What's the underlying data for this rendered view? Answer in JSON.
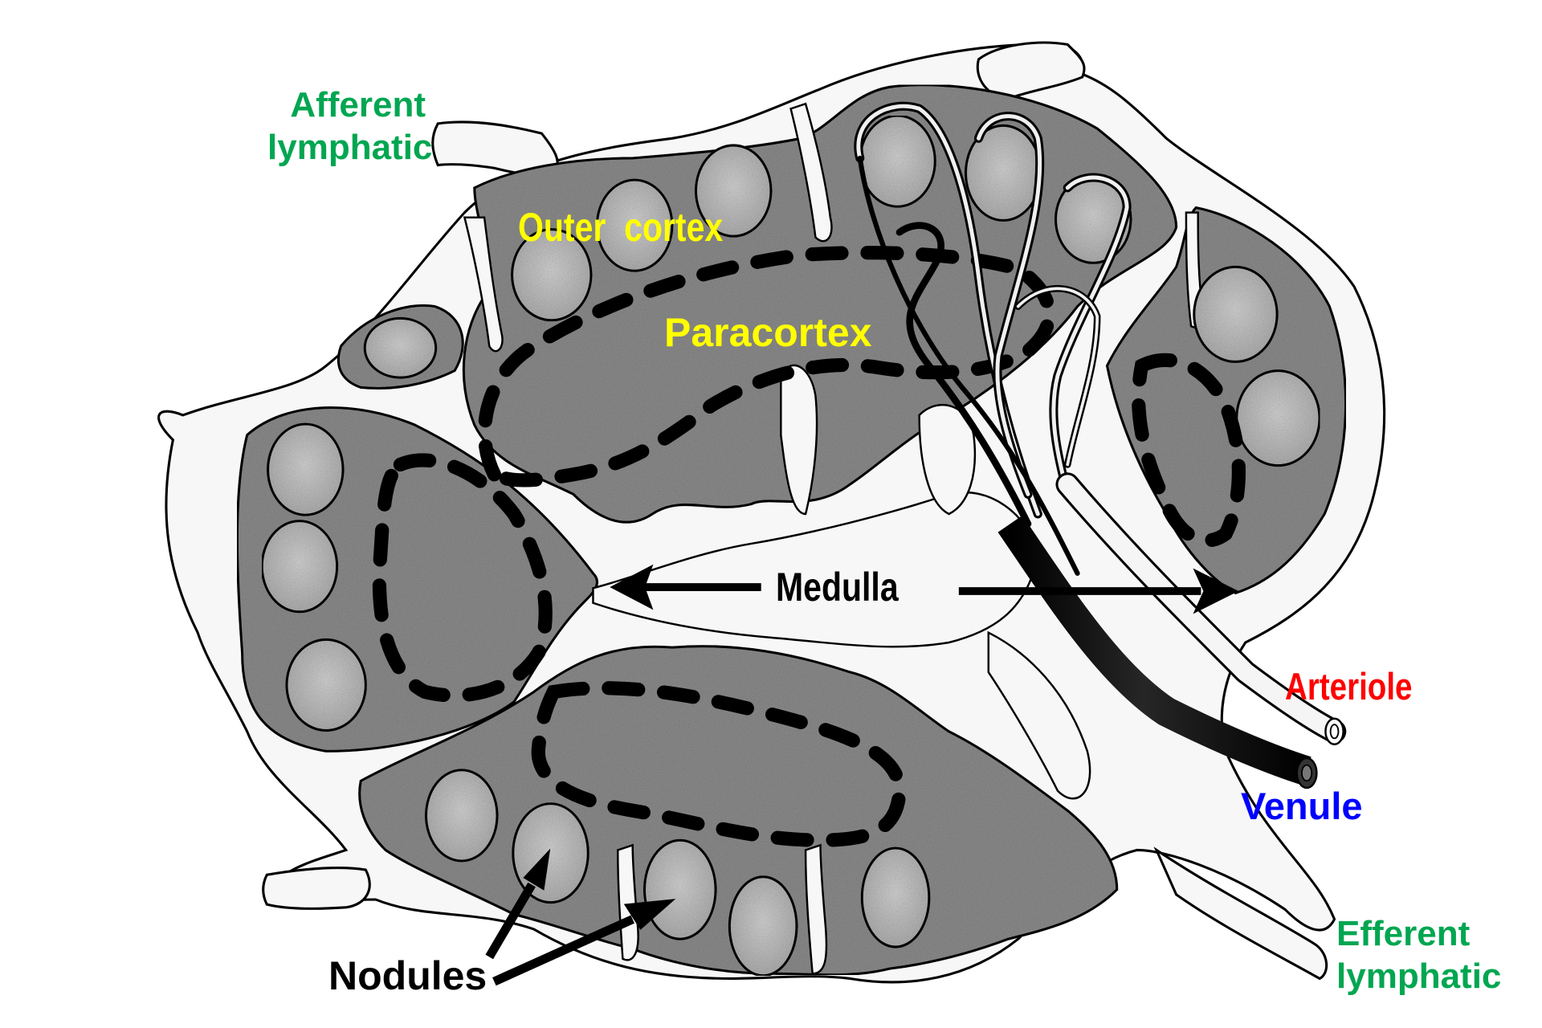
{
  "diagram": {
    "title": "Lymph node structure",
    "type": "anatomical cross-section"
  },
  "labels": {
    "afferent_lymphatic": "Afferent\nlymphatic",
    "outer_cortex": "Outer  cortex",
    "paracortex": "Paracortex",
    "medulla": "Medulla",
    "arteriole": "Arteriole",
    "venule": "Venule",
    "efferent_lymphatic": "Efferent\nlymphatic",
    "nodules": "Nodules"
  },
  "colors": {
    "lymphatic_label": "#00A651",
    "cortex_label": "#FFFF00",
    "structure_label": "#000000",
    "arteriole_label": "#FF0000",
    "venule_label": "#0000FF",
    "tissue_fill": "#8a8a8a",
    "nodule_fill": "#b8b8b8",
    "capsule_fill": "#f7f7f7",
    "outline": "#000000"
  },
  "arrows": [
    {
      "from": "Medulla",
      "direction": "left"
    },
    {
      "from": "Medulla",
      "direction": "right"
    },
    {
      "from": "Nodules",
      "direction": "up-right",
      "target": "nodule"
    },
    {
      "from": "Nodules",
      "direction": "right-up",
      "target": "nodule"
    }
  ]
}
